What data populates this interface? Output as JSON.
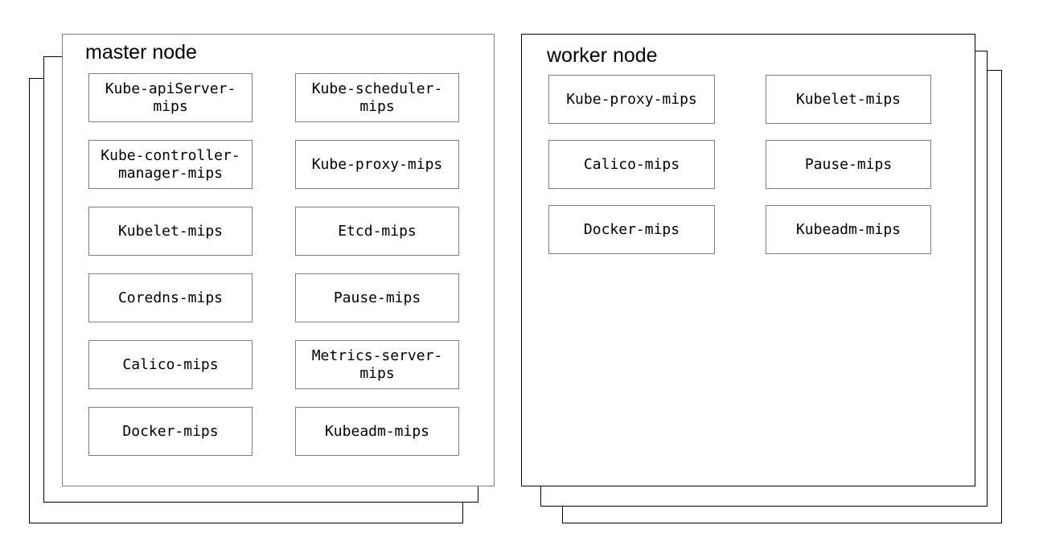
{
  "diagram": {
    "nodes": [
      {
        "title": "master node",
        "components": [
          "Kube-apiServer-mips",
          "Kube-scheduler-mips",
          "Kube-controller-manager-mips",
          "Kube-proxy-mips",
          "Kubelet-mips",
          "Etcd-mips",
          "Coredns-mips",
          "Pause-mips",
          "Calico-mips",
          "Metrics-server-mips",
          "Docker-mips",
          "Kubeadm-mips"
        ]
      },
      {
        "title": "worker node",
        "components": [
          "Kube-proxy-mips",
          "Kubelet-mips",
          "Calico-mips",
          "Pause-mips",
          "Docker-mips",
          "Kubeadm-mips"
        ]
      }
    ],
    "colors": {
      "background": "#ffffff",
      "master_front_border": "#7f7f7f",
      "worker_front_border": "#000000",
      "stack_outline_border": "#000000",
      "component_border": "#7f7f7f",
      "text": "#000000"
    }
  }
}
